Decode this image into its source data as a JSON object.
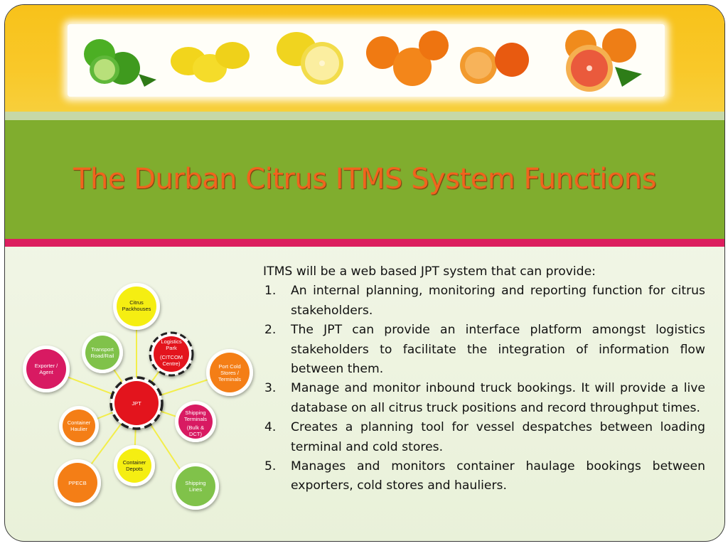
{
  "title": "The Durban Citrus ITMS System Functions",
  "banner": {
    "fruits": [
      "limes",
      "lemons",
      "lemon-half",
      "oranges",
      "peeled-orange",
      "grapefruit"
    ]
  },
  "diagram": {
    "hub": "JPT",
    "nodes": {
      "citrus_packhouses": "Citrus Packhouses",
      "transport": "Transport Road/Rail",
      "logistics_park": "Logistics Park",
      "logistics_park_sub": "(CITCOM Centre)",
      "port_cold_stores": "Port Cold Stores / Terminals",
      "exporter": "Exporter / Agent",
      "shipping_terminals": "Shipping Terminals",
      "shipping_terminals_sub": "(Bulk & DCT)",
      "container_haulier": "Container Haulier",
      "container_depots": "Container Depots",
      "ppecb": "PPECB",
      "shipping_lines": "Shipping Lines"
    }
  },
  "content": {
    "intro": "ITMS will be a web based JPT system that can provide:",
    "items": [
      {
        "num": "1.",
        "text": "An internal planning, monitoring and reporting function for citrus stakeholders."
      },
      {
        "num": "2.",
        "text": "The JPT can provide an interface platform amongst logistics stakeholders to facilitate the integration of information flow between them."
      },
      {
        "num": "3.",
        "text": "Manage and monitor inbound truck bookings. It will provide a live database on all citrus truck positions and record throughput times."
      },
      {
        "num": "4.",
        "text": "Creates a planning tool for vessel despatches between loading terminal and cold stores."
      },
      {
        "num": "5.",
        "text": "Manages and monitors container haulage bookings between exporters, cold stores and hauliers."
      }
    ]
  }
}
